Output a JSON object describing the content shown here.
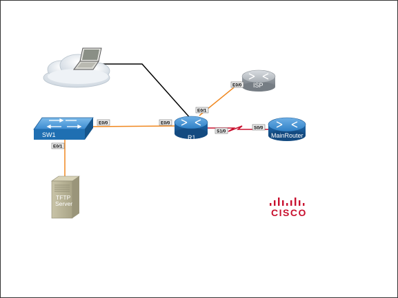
{
  "devices": {
    "r1": "R1",
    "sw1": "SW1",
    "isp": "ISP",
    "main_router": "MainRouter",
    "tftp_line1": "TFTP",
    "tftp_line2": "Server"
  },
  "ports": {
    "sw1_e00": "E0/0",
    "sw1_e01": "E0/1",
    "r1_e00": "E0/0",
    "r1_e01": "E0/1",
    "r1_s10": "S1/0",
    "isp_e00": "E0/0",
    "main_s00": "S0/0"
  },
  "logo": {
    "text": "CISCO"
  },
  "colors": {
    "ethernet_link": "#f0871e",
    "serial_link": "#c8102e",
    "console_link": "#000000",
    "device_blue": "#1f6fb2",
    "isp_gray": "#9aa1a8",
    "logo_red": "#c8102e"
  }
}
